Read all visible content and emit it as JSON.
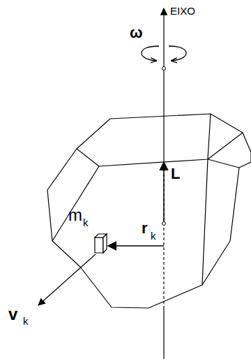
{
  "diagram": {
    "labels": [
      "EIXO",
      "ω",
      "L",
      "m",
      "k",
      "r",
      "k",
      "v",
      "k"
    ]
  }
}
